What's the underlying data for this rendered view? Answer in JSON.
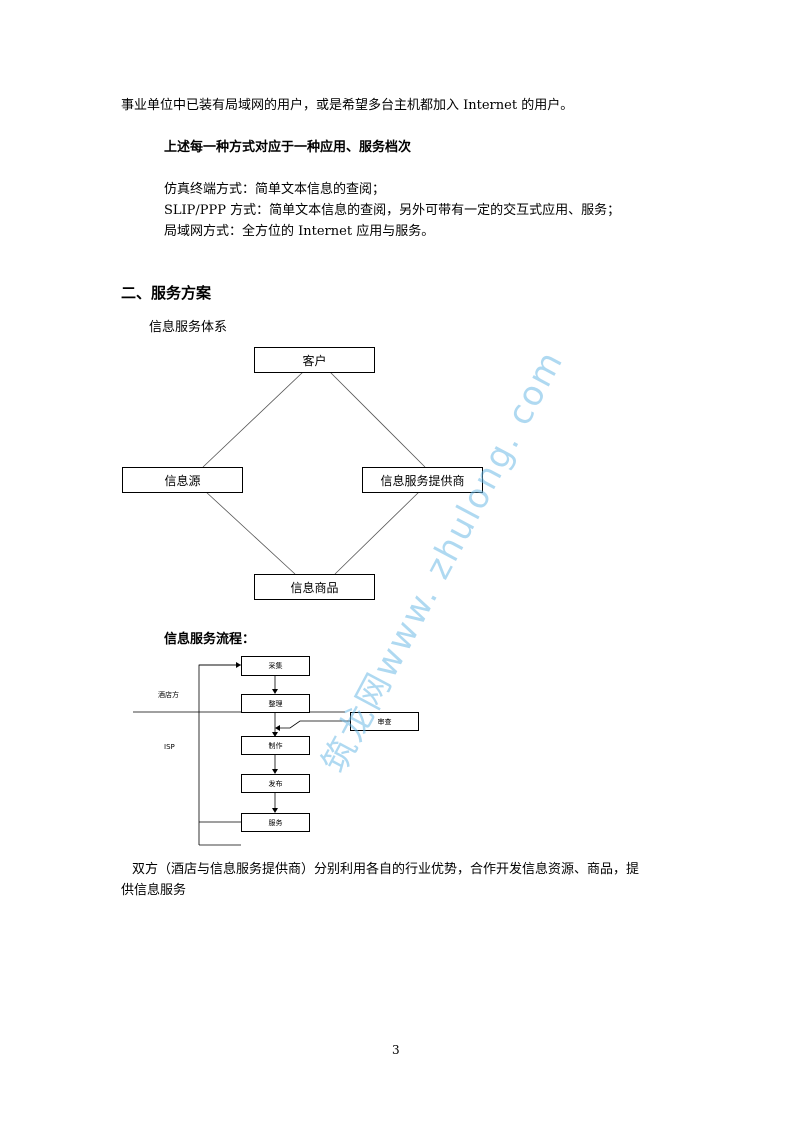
{
  "text": {
    "line1": "事业单位中已装有局域网的用户，或是希望多台主机都加入 Internet 的用户。",
    "heading_modes": "上述每一种方式对应于一种应用、服务档次",
    "mode1": "仿真终端方式：简单文本信息的查阅；",
    "mode2": "SLIP/PPP 方式：简单文本信息的查阅，另外可带有一定的交互式应用、服务；",
    "mode3": "局域网方式：全方位的 Internet 应用与服务。",
    "section2": "二、服务方案",
    "system_label": "信息服务体系",
    "flow_heading": "信息服务流程：",
    "para_line1": "双方（酒店与信息服务提供商）分别利用各自的行业优势，合作开发信息资源、商品，提",
    "para_line2": "供信息服务",
    "page_number": "3"
  },
  "diagram1": {
    "customer": "客户",
    "source": "信息源",
    "provider": "信息服务提供商",
    "goods": "信息商品"
  },
  "diagram2": {
    "collect": "采集",
    "organize": "整理",
    "review": "审查",
    "produce": "制作",
    "publish": "发布",
    "service": "服务",
    "hotel_label": "酒店方",
    "isp_label": "ISP"
  },
  "watermark": "筑龙网www. zhulong. com"
}
